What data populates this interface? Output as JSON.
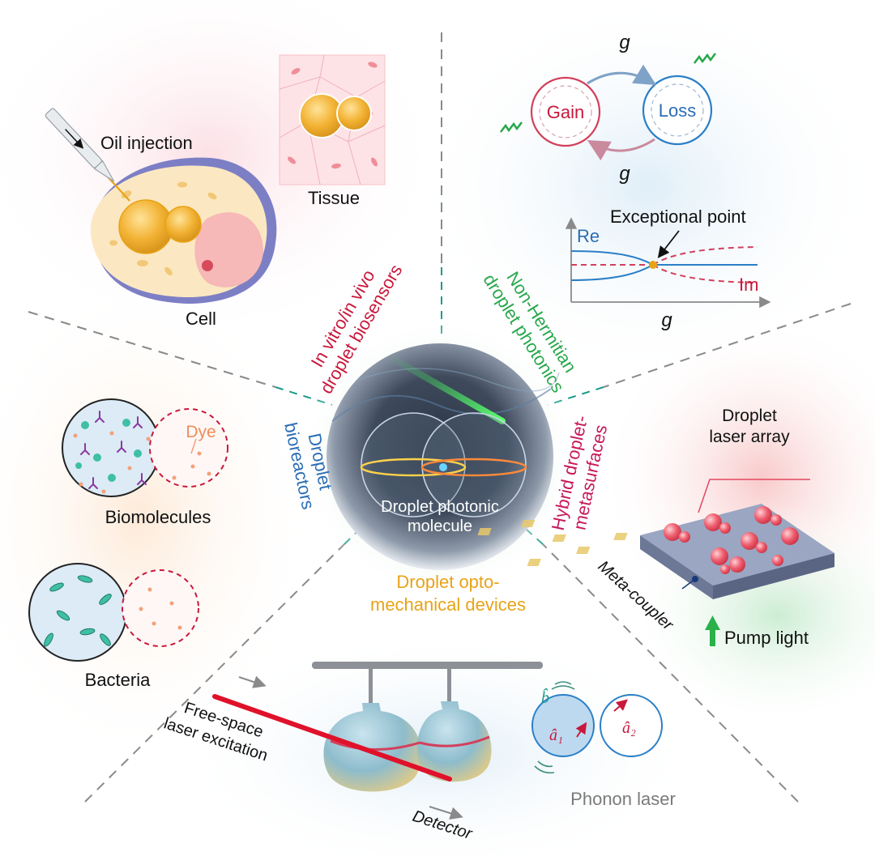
{
  "center": {
    "label_line1": "Droplet photonic",
    "label_line2": "molecule"
  },
  "sectors": {
    "biosensors": {
      "line1": "In vitro/in vivo",
      "line2": "droplet biosensors",
      "color": "#c8193c"
    },
    "nonhermitian": {
      "line1": "Non-Hermitian",
      "line2": "droplet photonics",
      "color": "#27a74a"
    },
    "hybrid": {
      "line1": "Hybrid droplet-",
      "line2": "metasurfaces",
      "color": "#c8195a"
    },
    "optomech": {
      "line1": "Droplet opto-",
      "line2": "mechanical devices",
      "color": "#e8a317"
    },
    "bioreactors": {
      "line1": "Droplet",
      "line2": "bioreactors",
      "color": "#2a6db5"
    }
  },
  "biosensor_panel": {
    "oil_injection": "Oil injection",
    "tissue": "Tissue",
    "cell": "Cell"
  },
  "nonhermitian_panel": {
    "gain": "Gain",
    "loss": "Loss",
    "coupling_top": "g",
    "coupling_bottom": "g",
    "exceptional_point": "Exceptional point",
    "re": "Re",
    "im": "Im",
    "x_axis": "g"
  },
  "bioreactor_panel": {
    "dye": "Dye",
    "biomolecules": "Biomolecules",
    "bacteria": "Bacteria"
  },
  "hybrid_panel": {
    "laser_array_line1": "Droplet",
    "laser_array_line2": "laser array",
    "meta_coupler": "Meta-coupler",
    "pump_light": "Pump light"
  },
  "optomech_panel": {
    "free_space_line1": "Free-space",
    "free_space_line2": "laser excitation",
    "detector": "Detector",
    "phonon_laser": "Phonon laser",
    "b_hat": "b̂",
    "a1_hat": "â₁",
    "a2_hat": "â₂"
  }
}
